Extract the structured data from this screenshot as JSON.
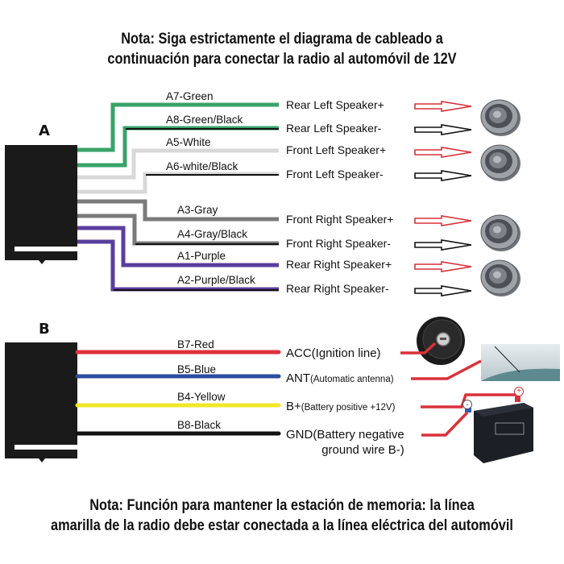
{
  "notes": {
    "top_line1": "Nota: Siga estrictamente el diagrama de cableado a",
    "top_line2": "continuación para conectar la radio al automóvil de 12V",
    "bottom_line1": "Nota: Función para mantener la estación de memoria: la línea",
    "bottom_line2": "amarilla de la radio debe estar conectada a la línea eléctrica del automóvil"
  },
  "connector_a": {
    "label": "A",
    "wires": [
      {
        "code": "A7-Green",
        "color": "#3aa36a",
        "stripe": null,
        "dest": "Rear Left Speaker+",
        "polarity": "+"
      },
      {
        "code": "A8-Green/Black",
        "color": "#3aa36a",
        "stripe": "#111111",
        "dest": "Rear Left Speaker-",
        "polarity": "-"
      },
      {
        "code": "A5-White",
        "color": "#d8d8d8",
        "stripe": null,
        "dest": "Front Left Speaker+",
        "polarity": "+"
      },
      {
        "code": "A6-white/Black",
        "color": "#d8d8d8",
        "stripe": "#111111",
        "dest": "Front Left Speaker-",
        "polarity": "-"
      },
      {
        "code": "A3-Gray",
        "color": "#7a7a7a",
        "stripe": null,
        "dest": "Front Right Speaker+",
        "polarity": "+"
      },
      {
        "code": "A4-Gray/Black",
        "color": "#7a7a7a",
        "stripe": "#111111",
        "dest": "Front Right Speaker-",
        "polarity": "-"
      },
      {
        "code": "A1-Purple",
        "color": "#5b3d9e",
        "stripe": null,
        "dest": "Rear Right Speaker+",
        "polarity": "+"
      },
      {
        "code": "A2-Purple/Black",
        "color": "#5b3d9e",
        "stripe": "#111111",
        "dest": "Rear Right Speaker-",
        "polarity": "-"
      }
    ],
    "speaker_icon": "speaker-icon"
  },
  "connector_b": {
    "label": "B",
    "wires": [
      {
        "code": "B7-Red",
        "color": "#e0303a",
        "dest_main": "ACC(Ignition line)",
        "dest_small": ""
      },
      {
        "code": "B5-Blue",
        "color": "#2a4ea0",
        "dest_main": "ANT",
        "dest_small": "(Automatic antenna)"
      },
      {
        "code": "B4-Yellow",
        "color": "#f2e62a",
        "dest_main": "B+",
        "dest_small": "(Battery positive +12V)"
      },
      {
        "code": "B8-Black",
        "color": "#111111",
        "dest_main": "GND(Battery negative",
        "dest_line2": "ground wire B-)"
      }
    ],
    "icons": [
      "ignition-key-icon",
      "antenna-icon",
      "battery-icon"
    ],
    "battery_terminals": {
      "negative": "-",
      "positive": "+"
    }
  },
  "colors": {
    "arrow_positive": "#d9313a",
    "arrow_negative": "#111111",
    "leader": "#d9313a"
  }
}
